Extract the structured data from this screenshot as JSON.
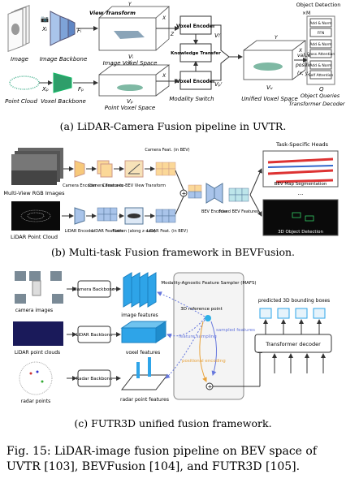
{
  "uvtr": {
    "left_labels": [
      "Image",
      "Image Backbone",
      "Image Voxel Space",
      "Point Cloud",
      "Voxel Backbone",
      "Point Voxel Space"
    ],
    "math": {
      "xi": "Xᵢ",
      "fi": "Fᵢ",
      "vi": "Vᵢ",
      "xp": "Xₚ",
      "fp": "Fₚ",
      "vp": "Vₚ",
      "vi2": "Vᵢʳ",
      "vp2": "Vₚʳ",
      "vu": "Vᵤ",
      "q": "Q"
    },
    "view_transform": "View Transform",
    "voxel_encoder": "Voxel Encoder",
    "knowledge_transfer": "Knowledge Transfer",
    "modality_switch": "Modality Switch",
    "unified_voxel_space": "Unified Voxel Space",
    "axes": [
      "Y",
      "X",
      "Z"
    ],
    "value_label": "value",
    "position_label": "position",
    "xyz": "(x, y, z)",
    "object_detection": "Object Detection",
    "times_m": "×M",
    "decoder_blocks": [
      "Add & Norm",
      "FFN",
      "Add & Norm",
      "Cross Attention",
      "Add & Norm",
      "Self Attention"
    ],
    "object_queries": "Object Queries",
    "transformer_decoder": "Transformer Decoder",
    "caption": "(a)  LiDAR-Camera Fusion pipeline in UVTR."
  },
  "bevfusion": {
    "multi_view": "Multi-View RGB Images",
    "lidar_cloud": "LiDAR Point Cloud",
    "camera_encoder": "Camera Encoder",
    "camera_features": "Camera Features",
    "cam_to_bev": "Camera-to-BEV View Transform",
    "camera_feat": "Camera Feat. (in BEV)",
    "lidar_encoder": "LiDAR Encoder",
    "lidar_features": "LiDAR Features",
    "flatten": "Flatten (along z-axis)",
    "lidar_feat": "LiDAR Feat. (in BEV)",
    "bev_encoder": "BEV Encoder",
    "fused": "Fused BEV Features",
    "task_heads": "Task-Specific Heads",
    "map_seg": "BEV Map Segmentation",
    "ellipsis": "...",
    "det": "3D Object Detection",
    "caption": "(b)  Multi-task Fusion framework in BEVFusion."
  },
  "futr3d": {
    "camera_backbone": "Camera Backbone",
    "camera_images": "camera images",
    "image_features": "image features",
    "lidar_backbone": "LiDAR Backbone",
    "lidar_clouds": "LiDAR point clouds",
    "voxel_features": "voxel features",
    "radar_backbone": "Radar Backbone",
    "radar_points": "radar points",
    "radar_features": "radar point features",
    "mafs_title": "Modality-Agnostic Feature Sampler (MAFS)",
    "ref_point": "3D reference point",
    "feature_sampling": "feature sampling",
    "sampled_features": "sampled features",
    "positional_encoding": "positional encoding",
    "predicted": "predicted 3D bounding boxes",
    "transformer_decoder": "Transformer decoder",
    "caption": "(c)  FUTR3D unified fusion framework."
  },
  "figure_caption": "Fig. 15: LiDAR-image fusion pipeline on BEV space of UVTR [103], BEVFusion [104], and FUTR3D [105].",
  "colors": {
    "teal": "#5aa8a4",
    "blue": "#2b6cb0",
    "orange": "#e8a23a",
    "cyan": "#2fb0e6"
  }
}
